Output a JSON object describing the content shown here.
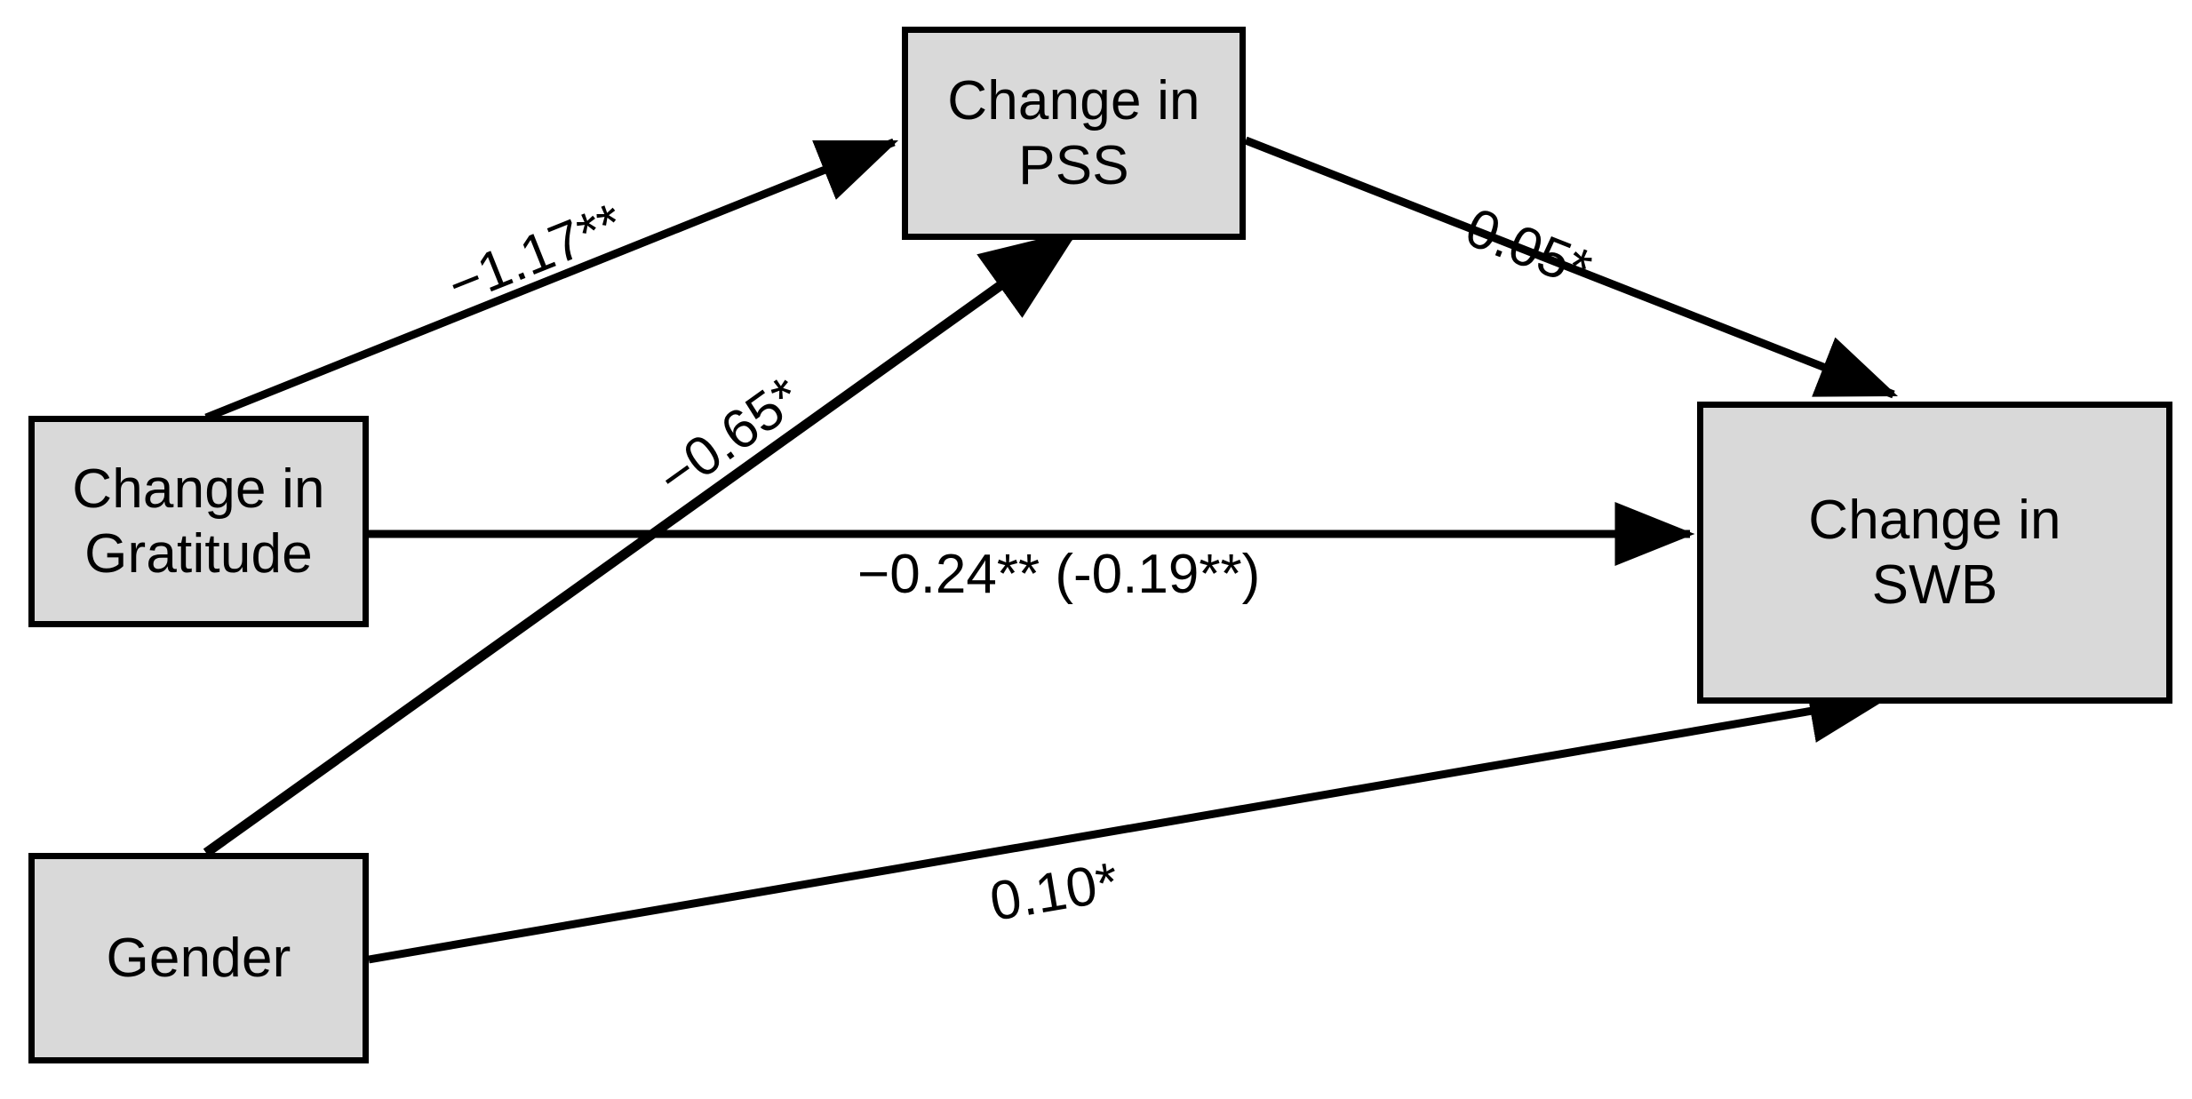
{
  "figure": {
    "type": "path-diagram",
    "background_color": "#ffffff",
    "node_fill_color": "#d9d9d9",
    "node_border_color": "#000000",
    "edge_color": "#000000"
  },
  "nodes": [
    {
      "id": "gratitude",
      "label": "Change in\nGratitude"
    },
    {
      "id": "pss",
      "label": "Change in\nPSS"
    },
    {
      "id": "swb",
      "label": "Change in\nSWB"
    },
    {
      "id": "gender",
      "label": "Gender"
    }
  ],
  "edges": [
    {
      "id": "gratitude-to-pss",
      "from": "Change in Gratitude",
      "to": "Change in PSS",
      "label": "−1.17**"
    },
    {
      "id": "pss-to-swb",
      "from": "Change in PSS",
      "to": "Change in SWB",
      "label": "0.05*"
    },
    {
      "id": "gender-to-pss",
      "from": "Gender",
      "to": "Change in PSS",
      "label": "−0.65*"
    },
    {
      "id": "gratitude-to-swb",
      "from": "Change in Gratitude",
      "to": "Change in SWB",
      "label": "−0.24** (-0.19**)"
    },
    {
      "id": "gender-to-swb",
      "from": "Gender",
      "to": "Change in SWB",
      "label": "0.10*"
    }
  ],
  "chart_data": {
    "type": "diagram",
    "title": "",
    "nodes": [
      "Change in Gratitude",
      "Change in PSS",
      "Change in SWB",
      "Gender"
    ],
    "paths": [
      {
        "from": "Change in Gratitude",
        "to": "Change in PSS",
        "coefficient": -1.17,
        "significance": "**",
        "display": "−1.17**"
      },
      {
        "from": "Change in PSS",
        "to": "Change in SWB",
        "coefficient": 0.05,
        "significance": "*",
        "display": "0.05*"
      },
      {
        "from": "Gender",
        "to": "Change in PSS",
        "coefficient": -0.65,
        "significance": "*",
        "display": "−0.65*"
      },
      {
        "from": "Change in Gratitude",
        "to": "Change in SWB",
        "coefficient": -0.24,
        "significance": "**",
        "indirect_coefficient": -0.19,
        "indirect_significance": "**",
        "display": "−0.24** (-0.19**)"
      },
      {
        "from": "Gender",
        "to": "Change in SWB",
        "coefficient": 0.1,
        "significance": "*",
        "display": "0.10*"
      }
    ]
  }
}
